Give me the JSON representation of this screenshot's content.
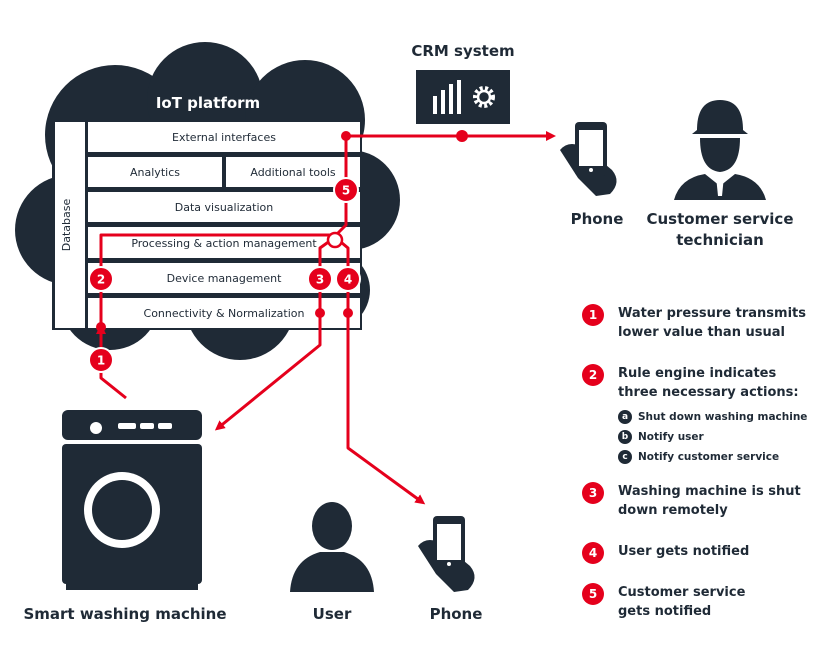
{
  "iot_platform": {
    "title": "IoT platform",
    "database_label": "Database",
    "layers": {
      "external_interfaces": "External interfaces",
      "analytics": "Analytics",
      "additional_tools": "Additional tools",
      "data_visualization": "Data visualization",
      "processing": "Processing & action management",
      "device_management": "Device management",
      "connectivity": "Connectivity & Normalization"
    }
  },
  "crm": {
    "title": "CRM system",
    "icon": "crm-chart-gear-icon"
  },
  "nodes": {
    "phone_top": "Phone",
    "technician_line1": "Customer service",
    "technician_line2": "technician",
    "washing_machine": "Smart washing machine",
    "user": "User",
    "phone_bottom": "Phone"
  },
  "badges": [
    "1",
    "2",
    "3",
    "4",
    "5"
  ],
  "legend": {
    "items": [
      {
        "num": "1",
        "line1": "Water pressure transmits",
        "line2": "lower value than usual"
      },
      {
        "num": "2",
        "line1": "Rule engine indicates",
        "line2": "three necessary actions:"
      },
      {
        "num": "3",
        "line1": "Washing machine is shut",
        "line2": "down remotely"
      },
      {
        "num": "4",
        "line1": "User gets notified",
        "line2": ""
      },
      {
        "num": "5",
        "line1": "Customer service",
        "line2": "gets notified"
      }
    ],
    "sub_items": [
      {
        "letter": "a",
        "text": "Shut down washing machine"
      },
      {
        "letter": "b",
        "text": "Notify user"
      },
      {
        "letter": "c",
        "text": "Notify customer service"
      }
    ]
  },
  "colors": {
    "accent": "#e5001c",
    "dark": "#1f2a36",
    "cloud": "#1f2a36"
  }
}
